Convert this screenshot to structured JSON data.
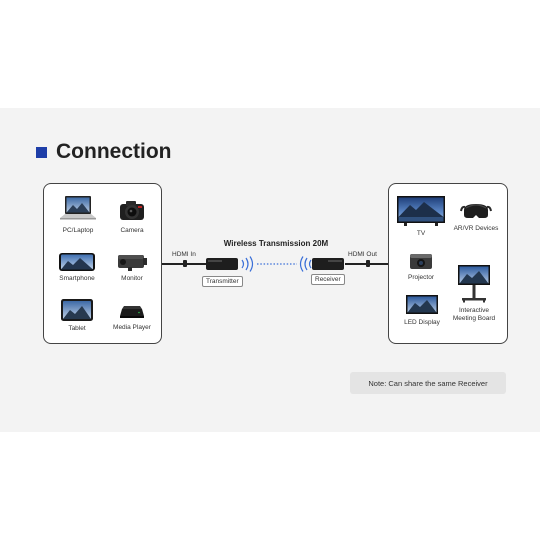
{
  "heading": {
    "title": "Connection"
  },
  "source_devices": [
    {
      "label": "PC/Laptop",
      "icon": "laptop-icon"
    },
    {
      "label": "Camera",
      "icon": "camera-icon"
    },
    {
      "label": "Smartphone",
      "icon": "smartphone-icon"
    },
    {
      "label": "Monitor",
      "icon": "security-camera-icon"
    },
    {
      "label": "Tablet",
      "icon": "tablet-icon"
    },
    {
      "label": "Media Player",
      "icon": "media-player-icon"
    }
  ],
  "display_devices": [
    {
      "label": "TV",
      "icon": "tv-icon"
    },
    {
      "label": "AR/VR Devices",
      "icon": "vr-headset-icon"
    },
    {
      "label": "Projector",
      "icon": "projector-icon"
    },
    {
      "label": "LED Display",
      "icon": "led-display-icon"
    },
    {
      "label": "Interactive\nMeeting Board",
      "icon": "meeting-board-icon"
    }
  ],
  "link": {
    "title": "Wireless Transmission 20M",
    "input_label": "HDMI In",
    "output_label": "HDMI Out",
    "transmitter_label": "Transmitter",
    "receiver_label": "Receiver"
  },
  "note": "Note: Can share the same Receiver",
  "colors": {
    "accent": "#1e3ea8",
    "signal": "#3a6fd8"
  }
}
